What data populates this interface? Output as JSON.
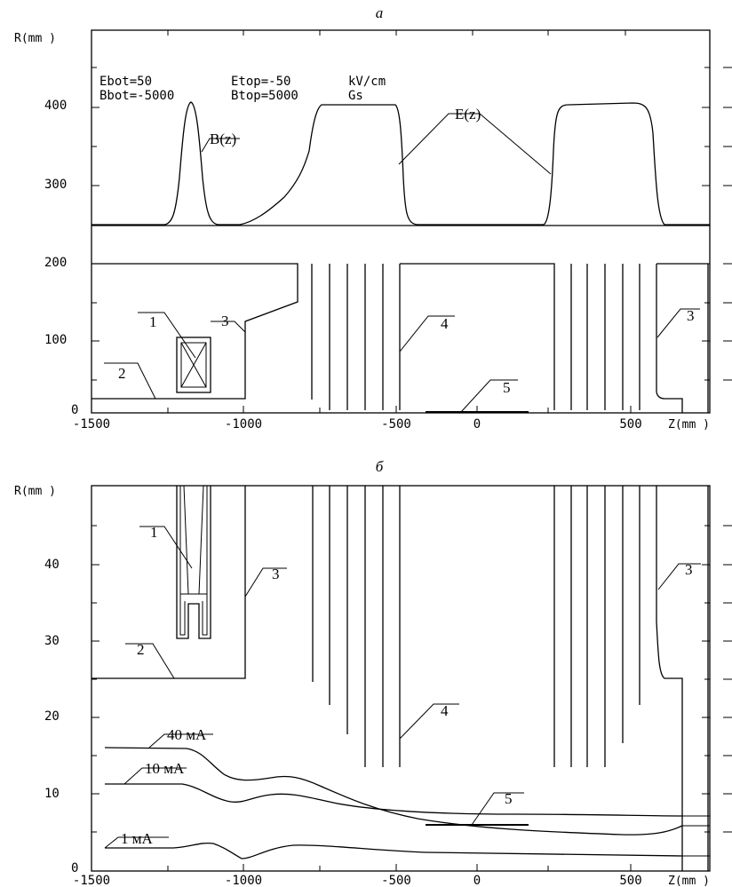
{
  "panel_a": {
    "title": "а",
    "y_axis_label": "R(mm )",
    "y_ticks": [
      "400",
      "300",
      "200",
      "100",
      "0"
    ],
    "x_ticks": [
      "-1500",
      "-1000",
      "-500",
      "0",
      "500"
    ],
    "x_axis_label": "Z(mm )",
    "params": {
      "ebot": "Ebot=50",
      "etop": "Etop=-50",
      "e_unit": "kV/cm",
      "bbot": "Bbot=-5000",
      "btop": "Btop=5000",
      "b_unit": "Gs"
    },
    "curve_labels": {
      "b_field": "B(z)",
      "e_field": "E(z)"
    },
    "callouts": [
      "1",
      "2",
      "3",
      "4",
      "5",
      "3"
    ]
  },
  "panel_b": {
    "title": "б",
    "y_axis_label": "R(mm )",
    "y_ticks": [
      "40",
      "30",
      "20",
      "10",
      "0"
    ],
    "x_ticks": [
      "-1500",
      "-1000",
      "-500",
      "0",
      "500"
    ],
    "x_axis_label": "Z(mm )",
    "callouts": [
      "1",
      "2",
      "3",
      "4",
      "5",
      "3"
    ],
    "beam_labels": [
      "40 мА",
      "10 мА",
      "1 мА"
    ]
  }
}
